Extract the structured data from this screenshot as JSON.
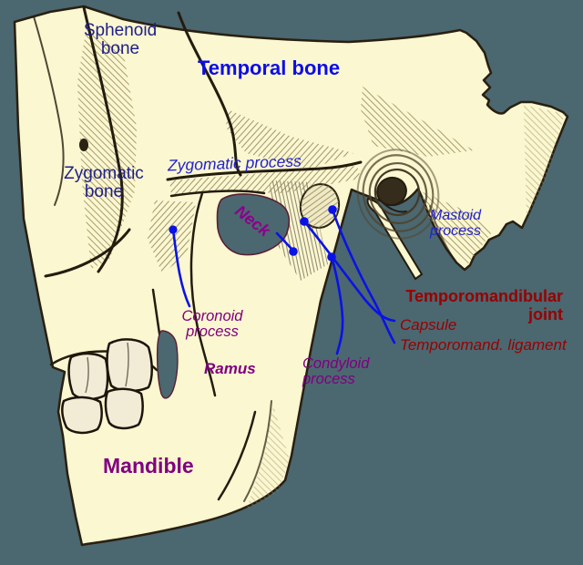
{
  "diagram_title": "Temporomandibular joint",
  "colors": {
    "background": "#4b6770",
    "bone": "#fbf7d0",
    "outline": "#291f10",
    "leader_line": "#0a12e6",
    "navy_label": "#1f1f8a",
    "bright_blue_label": "#0d0de8",
    "italic_blue_label": "#2222d0",
    "purple_label": "#800080",
    "magenta_label": "#8b008b",
    "dark_red_label": "#990000"
  },
  "labels": {
    "sphenoid_bone": {
      "text": "Sphenoid bone",
      "color": "#1f1f8a"
    },
    "temporal_bone": {
      "text": "Temporal bone",
      "color": "#0d0de8"
    },
    "zygomatic_process": {
      "text": "Zygomatic process",
      "color": "#2222d0"
    },
    "zygomatic_bone": {
      "text": "Zygomatic bone",
      "color": "#1f1f8a"
    },
    "mastoid_process": {
      "text": "Mastoid process",
      "color": "#2222d0"
    },
    "neck": {
      "text": "Neck",
      "color": "#8b008b"
    },
    "coronoid_process": {
      "text": "Coronoid process",
      "color": "#800080"
    },
    "ramus": {
      "text": "Ramus",
      "color": "#800080"
    },
    "condyloid_process": {
      "text": "Condyloid process",
      "color": "#800080"
    },
    "temporomandibular_joint": {
      "text": "Temporomandibular joint",
      "color": "#990000"
    },
    "capsule": {
      "text": "Capsule",
      "color": "#990000"
    },
    "temporomand_ligament": {
      "text": "Temporomand. ligament",
      "color": "#990000"
    },
    "mandible": {
      "text": "Mandible",
      "color": "#800080"
    }
  }
}
